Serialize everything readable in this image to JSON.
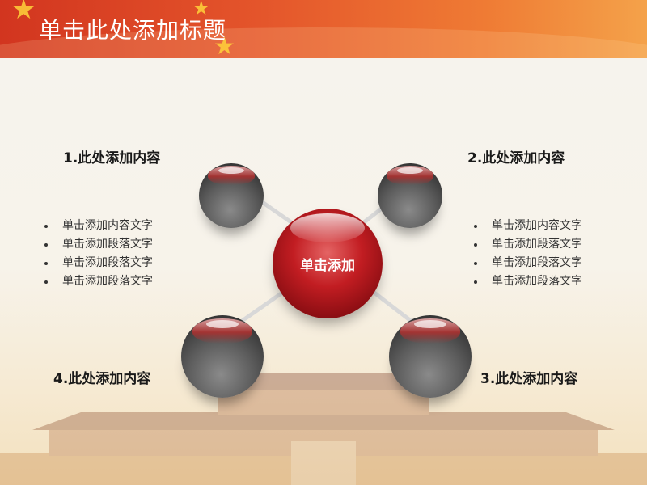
{
  "slide": {
    "title": "单击此处添加标题",
    "center_label": "单击添加",
    "items": [
      {
        "heading": "1.此处添加内容",
        "bullets": [
          "单击添加内容文字",
          "单击添加段落文字",
          "单击添加段落文字",
          "单击添加段落文字"
        ]
      },
      {
        "heading": "2.此处添加内容",
        "bullets": [
          "单击添加内容文字",
          "单击添加段落文字",
          "单击添加段落文字",
          "单击添加段落文字"
        ]
      },
      {
        "heading": "3.此处添加内容"
      },
      {
        "heading": "4.此处添加内容"
      }
    ]
  },
  "colors": {
    "banner_red": "#d2351f",
    "banner_orange": "#f4a24a",
    "sphere_red": "#c21d22",
    "sphere_gray": "#5c5c5c",
    "text_dark": "#1a1a1a"
  }
}
